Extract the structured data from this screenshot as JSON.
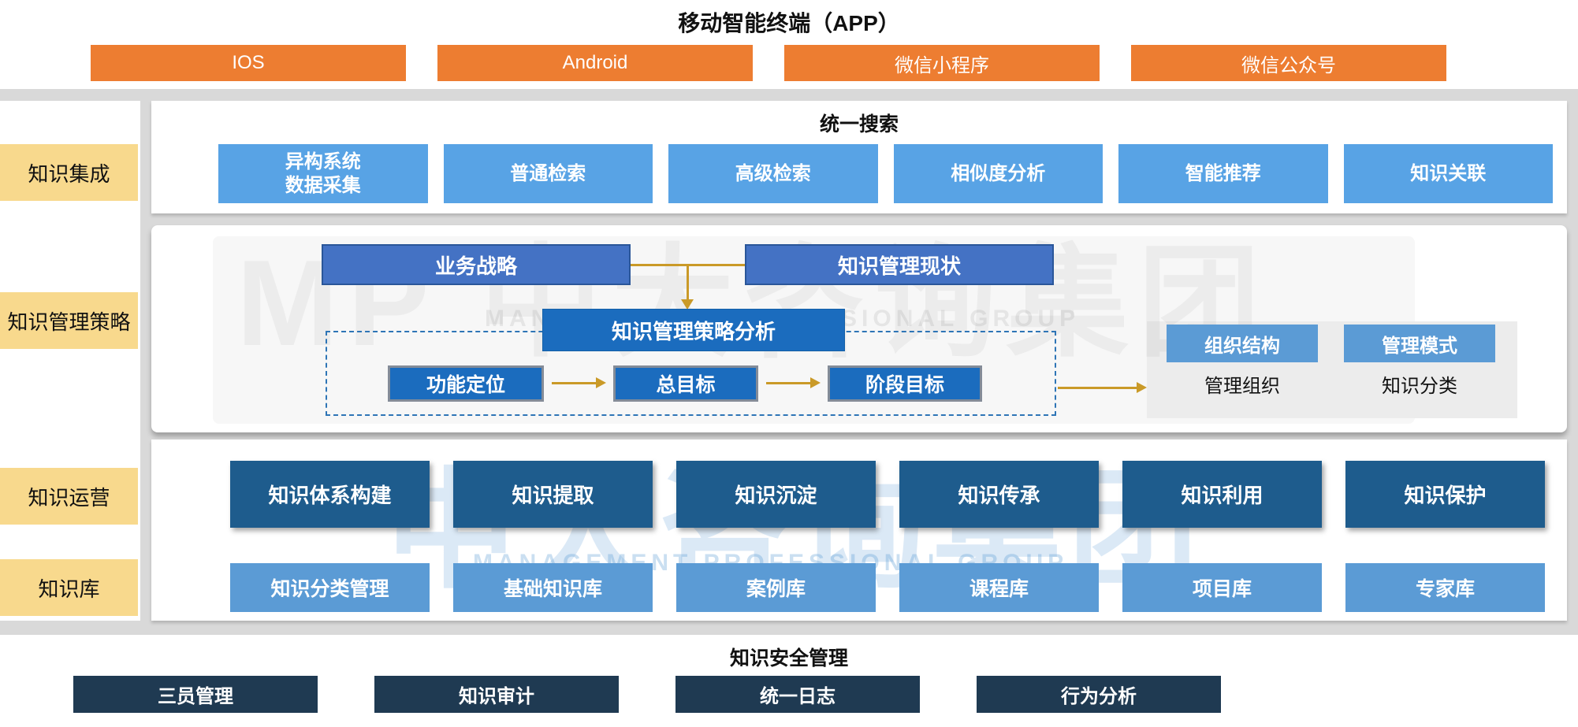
{
  "colors": {
    "orange": "#ED7D31",
    "yellow": "#F8D98D",
    "light_blue": "#58A3E5",
    "mid_blue": "#4472C4",
    "strong_blue": "#1B6CBE",
    "steel_blue": "#5B9BD5",
    "dark_blue": "#1E5C8D",
    "navy": "#1F3A52",
    "gold": "#CA9A28",
    "frame_gray": "#D9D9D9"
  },
  "header": {
    "title": "移动智能终端（APP）",
    "platforms": [
      "IOS",
      "Android",
      "微信小程序",
      "微信公众号"
    ]
  },
  "sidebar": {
    "items": [
      "知识集成",
      "知识管理策略",
      "知识运营",
      "知识库"
    ]
  },
  "search": {
    "title": "统一搜索",
    "items": [
      {
        "line1": "异构系统",
        "line2": "数据采集"
      },
      "普通检索",
      "高级检索",
      "相似度分析",
      "智能推荐",
      "知识关联"
    ]
  },
  "strategy": {
    "business": "业务战略",
    "status": "知识管理现状",
    "analysis": "知识管理策略分析",
    "steps": [
      "功能定位",
      "总目标",
      "阶段目标"
    ],
    "org": {
      "box1": "组织结构",
      "label1": "管理组织",
      "box2": "管理模式",
      "label2": "知识分类"
    }
  },
  "operation": {
    "items": [
      "知识体系构建",
      "知识提取",
      "知识沉淀",
      "知识传承",
      "知识利用",
      "知识保护"
    ]
  },
  "repository": {
    "items": [
      "知识分类管理",
      "基础知识库",
      "案例库",
      "课程库",
      "项目库",
      "专家库"
    ]
  },
  "security": {
    "title": "知识安全管理",
    "items": [
      "三员管理",
      "知识审计",
      "统一日志",
      "行为分析"
    ]
  },
  "watermark": {
    "logo": "MP",
    "cn": "中大咨询集团",
    "en": "MANAGEMENT PROFESSIONAL GROUP"
  }
}
